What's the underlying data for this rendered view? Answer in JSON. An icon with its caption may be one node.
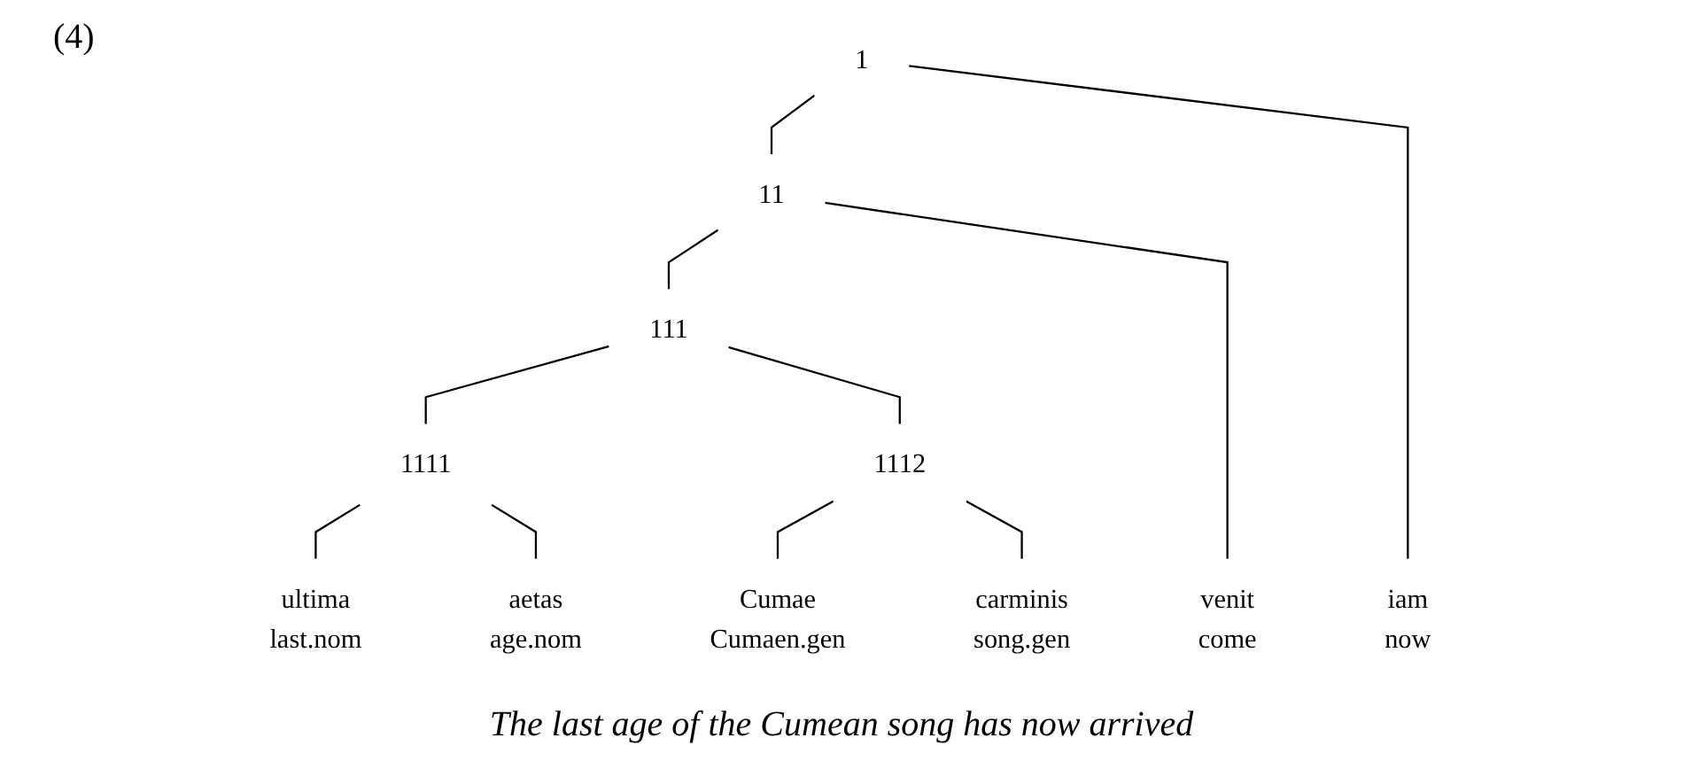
{
  "diagram": {
    "caption": "The last age of the Cumean song has now arrived",
    "nodes": [
      {
        "text": [
          "1"
        ]
      },
      {
        "text": [
          "11"
        ]
      },
      {
        "text": [
          "111"
        ]
      },
      {
        "text": [
          "1111"
        ]
      },
      {
        "text": [
          "1112"
        ]
      },
      {
        "text": [
          "ultima",
          "last.nom"
        ]
      },
      {
        "text": [
          "Cumae",
          "Cumaen.gen"
        ]
      },
      {
        "text": [
          "venit",
          "come"
        ]
      },
      {
        "text": [
          "iam",
          "now"
        ]
      },
      {
        "text": [
          "carminis",
          "song.gen"
        ]
      },
      {
        "text": [
          "aetas",
          "age.nom"
        ]
      }
    ],
    "edges": [
      {
        "from": 0,
        "to": 1,
        "arrow": "none"
      },
      {
        "from": 0,
        "to": 8,
        "arrow": "none"
      },
      {
        "from": 1,
        "to": 2,
        "arrow": "none"
      },
      {
        "from": 1,
        "to": 7,
        "arrow": "none"
      },
      {
        "from": 2,
        "to": 3,
        "arrow": "none"
      },
      {
        "from": 2,
        "to": 4,
        "arrow": "none"
      },
      {
        "from": 3,
        "to": 5,
        "arrow": "none"
      },
      {
        "from": 3,
        "to": 10,
        "arrow": "none"
      },
      {
        "from": 4,
        "to": 6,
        "arrow": "none"
      },
      {
        "from": 4,
        "to": 9,
        "arrow": "none"
      }
    ],
    "labels": [
      "(4)"
    ]
  }
}
